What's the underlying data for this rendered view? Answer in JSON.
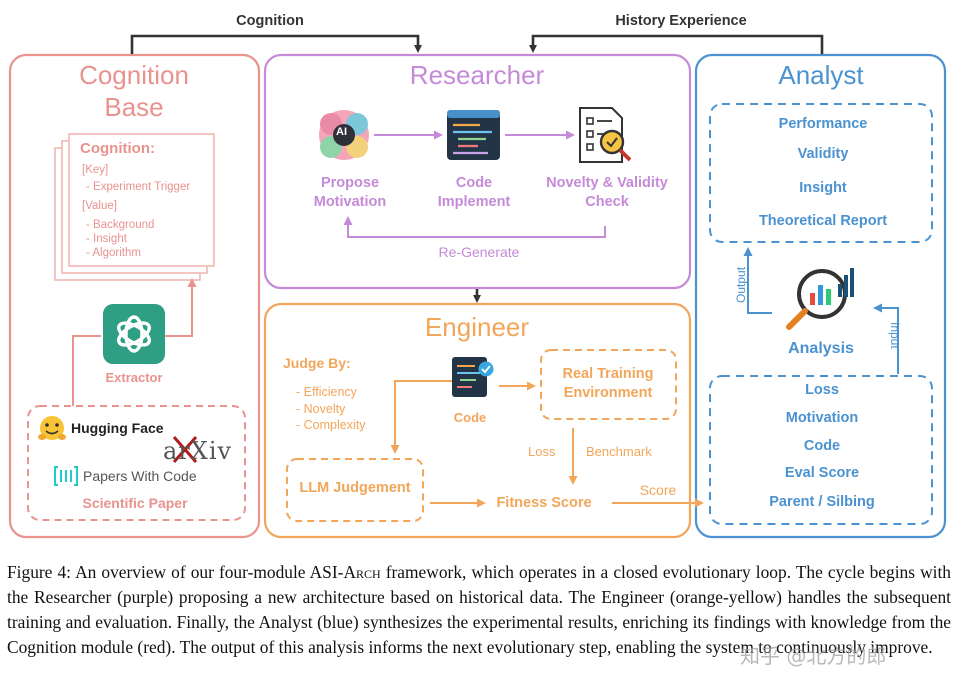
{
  "top_labels": {
    "cognition": "Cognition",
    "history": "History Experience"
  },
  "cognition_base": {
    "title_line1": "Cognition",
    "title_line2": "Base",
    "card_title": "Cognition:",
    "key_label": "[Key]",
    "key_items": [
      "- Experiment Trigger"
    ],
    "value_label": "[Value]",
    "value_items": [
      "- Background",
      "- Insight",
      "- Algorithm"
    ],
    "extractor_label": "Extractor",
    "source_hugging_face": "Hugging Face",
    "source_arxiv": "arXiv",
    "source_papers": "Papers With Code",
    "sources_label": "Scientific Paper"
  },
  "researcher": {
    "title": "Researcher",
    "step1_line1": "Propose",
    "step1_line2": "Motivation",
    "step2_line1": "Code",
    "step2_line2": "Implement",
    "step3_line1": "Novelty & Validity",
    "step3_line2": "Check",
    "regenerate": "Re-Generate",
    "ai_badge": "AI"
  },
  "engineer": {
    "title": "Engineer",
    "judge_by": "Judge By:",
    "judge_items": [
      "- Efficiency",
      "- Novelty",
      "- Complexity"
    ],
    "code_label": "Code",
    "env_line1": "Real Training",
    "env_line2": "Environment",
    "loss_label": "Loss",
    "benchmark_label": "Benchmark",
    "llm_judgement": "LLM Judgement",
    "fitness": "Fitness Score",
    "score_label": "Score"
  },
  "analyst": {
    "title": "Analyst",
    "outputs": [
      "Performance",
      "Validity",
      "Insight",
      "Theoretical Report"
    ],
    "output_label": "Output",
    "input_label": "Input",
    "analysis_label": "Analysis",
    "inputs": [
      "Loss",
      "Motivation",
      "Code",
      "Eval Score",
      "Parent / Silbing"
    ]
  },
  "colors": {
    "cognition": "#e8938e",
    "researcher": "#c58ad8",
    "engineer": "#f2a65a",
    "analyst": "#4a92d0",
    "arrow_dark": "#333333",
    "openai_green": "#2e9e84"
  },
  "caption": {
    "prefix": "Figure 4:  An overview of our four-module ASI-",
    "arch": "Arch",
    "rest": " framework, which operates in a closed evolutionary loop. The cycle begins with the Researcher (purple) proposing a new architecture based on historical data. The Engineer (orange-yellow) handles the subsequent training and evaluation. Finally, the Analyst (blue) synthesizes the experimental results, enriching its findings with knowledge from the Cognition module (red). The output of this analysis informs the next evolutionary step, enabling the system to continuously improve."
  },
  "watermark": "知乎 @北方的郎"
}
